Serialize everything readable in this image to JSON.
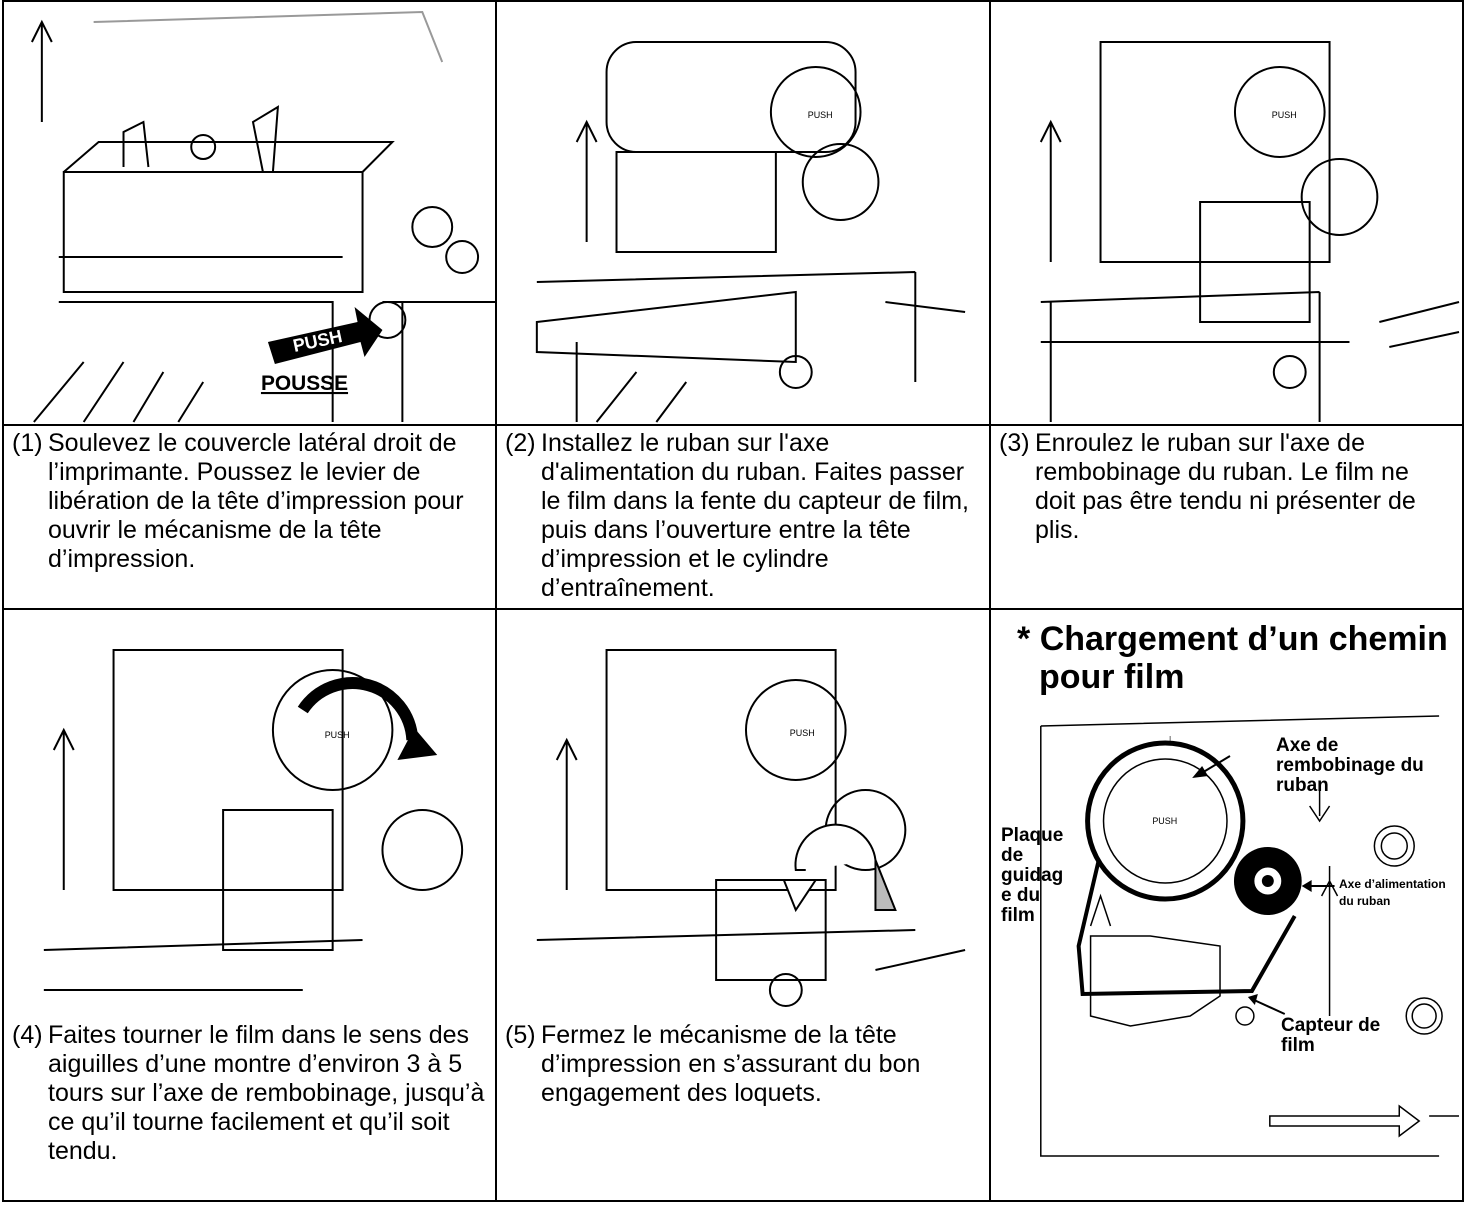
{
  "steps": [
    {
      "num": "(1)",
      "text": "Soulevez le couvercle latéral droit de l’imprimante. Poussez le levier de libération de la tête d’impression pour ouvrir le mécanisme de la tête d’impression.",
      "overlay": {
        "push": "PUSH",
        "pousse": "POUSSE"
      }
    },
    {
      "num": "(2)",
      "text": "Installez le ruban sur l'axe d'alimentation du ruban. Faites passer le film dans la fente du capteur de film, puis dans l’ouverture entre la tête d’impression et le cylindre d’entraînement."
    },
    {
      "num": "(3)",
      "text": "Enroulez le ruban sur l'axe de rembobinage du ruban. Le film ne doit pas être tendu ni présenter de plis."
    },
    {
      "num": "(4)",
      "text": "Faites tourner le film dans le sens des aiguilles d’une montre d’environ 3 à 5 tours sur l’axe de rembobinage, jusqu’à ce qu’il tourne facilement et qu’il soit tendu."
    },
    {
      "num": "(5)",
      "text": "Fermez le mécanisme de la tête d’impression en s’assurant du bon engagement des loquets."
    }
  ],
  "push_cap": "PUSH",
  "side": {
    "star": "*",
    "title_line1": "Chargement d’un chemin",
    "title_line2": "pour film",
    "labels": {
      "rewind_axis": "Axe de rembobinage du ruban",
      "guide_plate": "Plaque de guidag e du film",
      "supply_axis": "Axe d’alimentation du ruban",
      "film_sensor": "Capteur de film"
    }
  }
}
